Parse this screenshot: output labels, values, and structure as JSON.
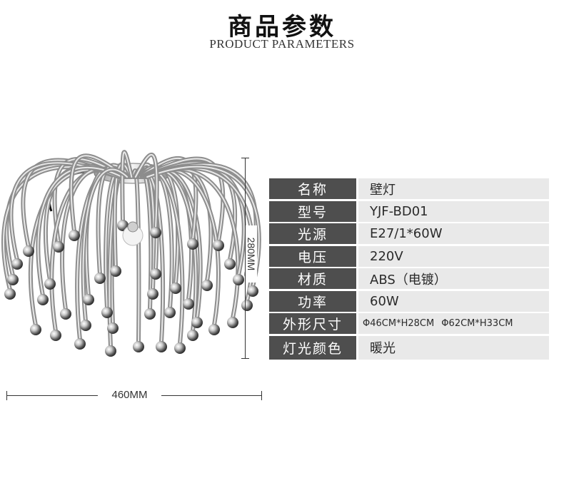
{
  "header": {
    "title_cn": "商品参数",
    "title_en": "PRODUCT PARAMETERS"
  },
  "dimensions": {
    "height": "280MM",
    "width": "460MM"
  },
  "product_image": {
    "description": "chrome-ceiling-lamp"
  },
  "specs": [
    {
      "label": "名称",
      "value": "壁灯"
    },
    {
      "label": "型号",
      "value": "YJF-BD01"
    },
    {
      "label": "光源",
      "value": "E27/1*60W"
    },
    {
      "label": "电压",
      "value": "220V"
    },
    {
      "label": "材质",
      "value": "ABS（电镀）"
    },
    {
      "label": "功率",
      "value": "60W"
    },
    {
      "label": "外形尺寸",
      "value": "Φ46CM*H28CM  Φ62CM*H33CM"
    },
    {
      "label": "灯光颜色",
      "value": "暖光"
    }
  ],
  "colors": {
    "label_bg": "#4e4e4e",
    "value_bg": "#e9e9e9",
    "chrome": "#b8b8b8"
  }
}
